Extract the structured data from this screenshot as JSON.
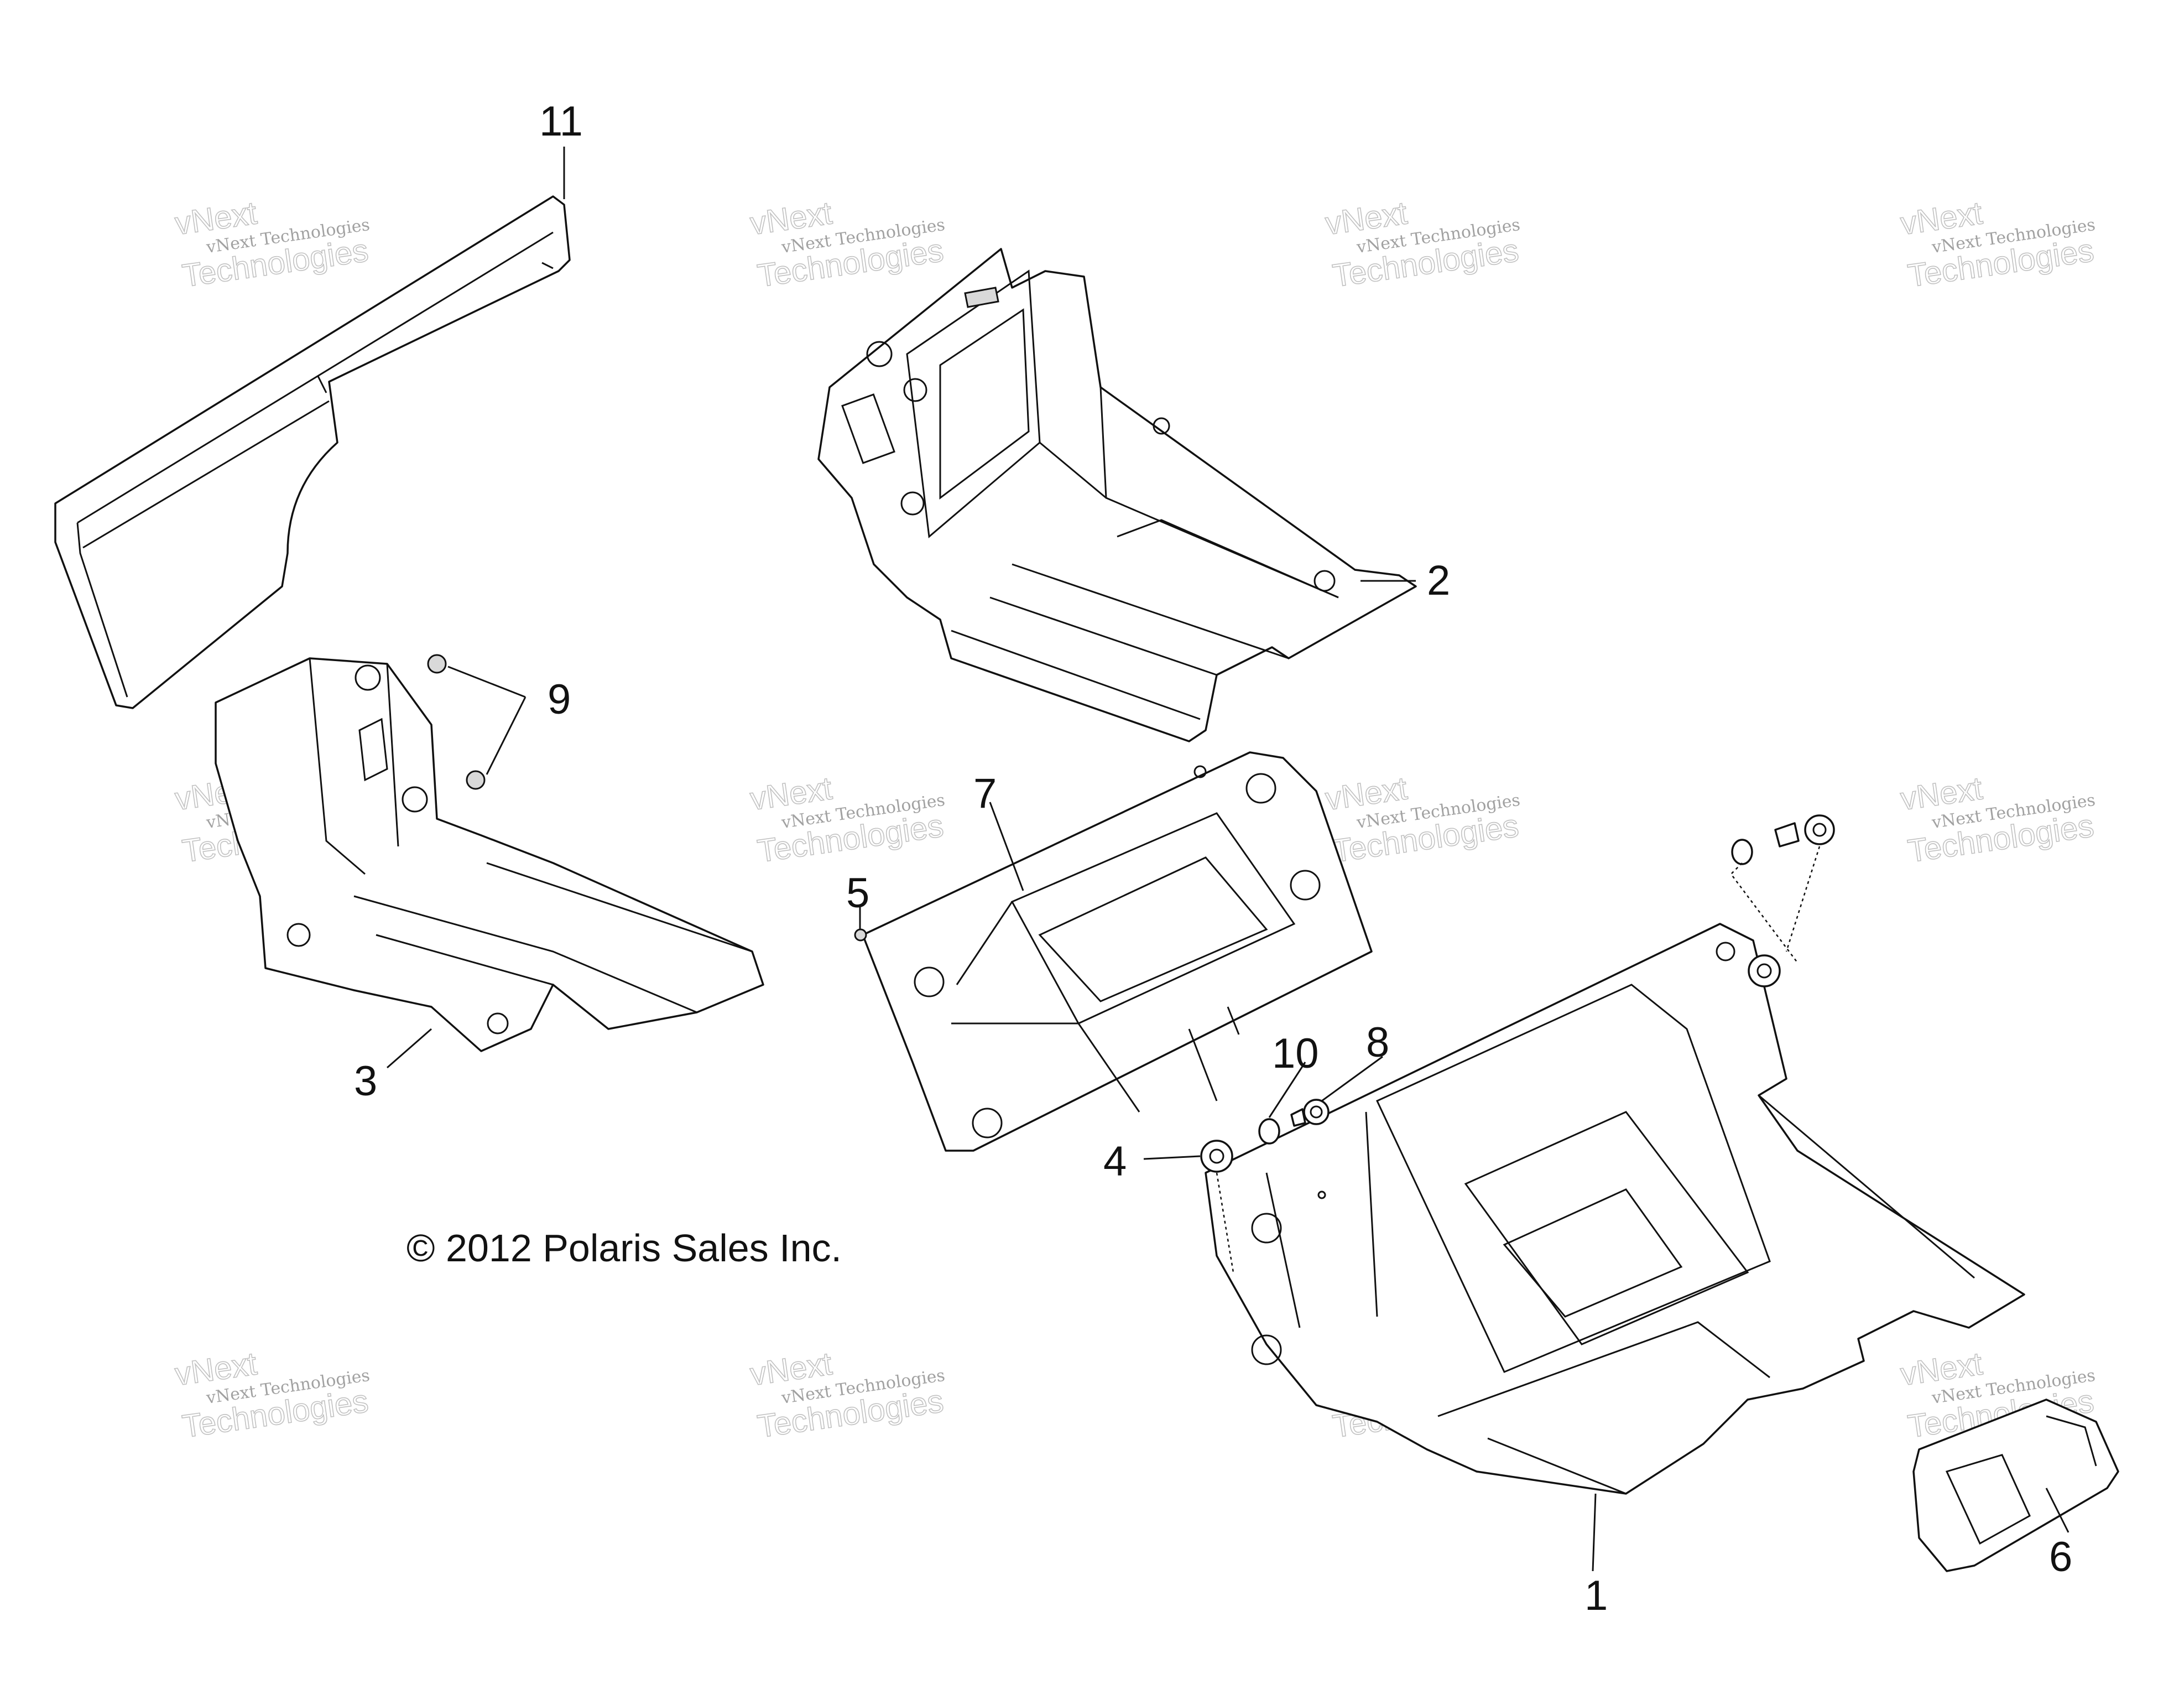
{
  "diagram": {
    "copyright": "© 2012 Polaris Sales Inc.",
    "callouts": [
      "1",
      "2",
      "3",
      "4",
      "5",
      "6",
      "7",
      "8",
      "9",
      "10",
      "11"
    ],
    "watermark": {
      "line1": "vNext Technologies",
      "line2": "vNext",
      "line3": "Technologies"
    }
  }
}
